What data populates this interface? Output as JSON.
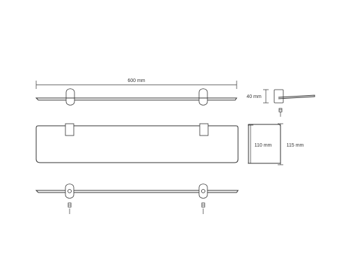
{
  "dimensions": {
    "width_label": "600 mm",
    "bracket_height_label": "40 mm",
    "depth_inner_label": "110 mm",
    "depth_outer_label": "115 mm"
  },
  "colors": {
    "line": "#333333",
    "background": "#ffffff"
  }
}
